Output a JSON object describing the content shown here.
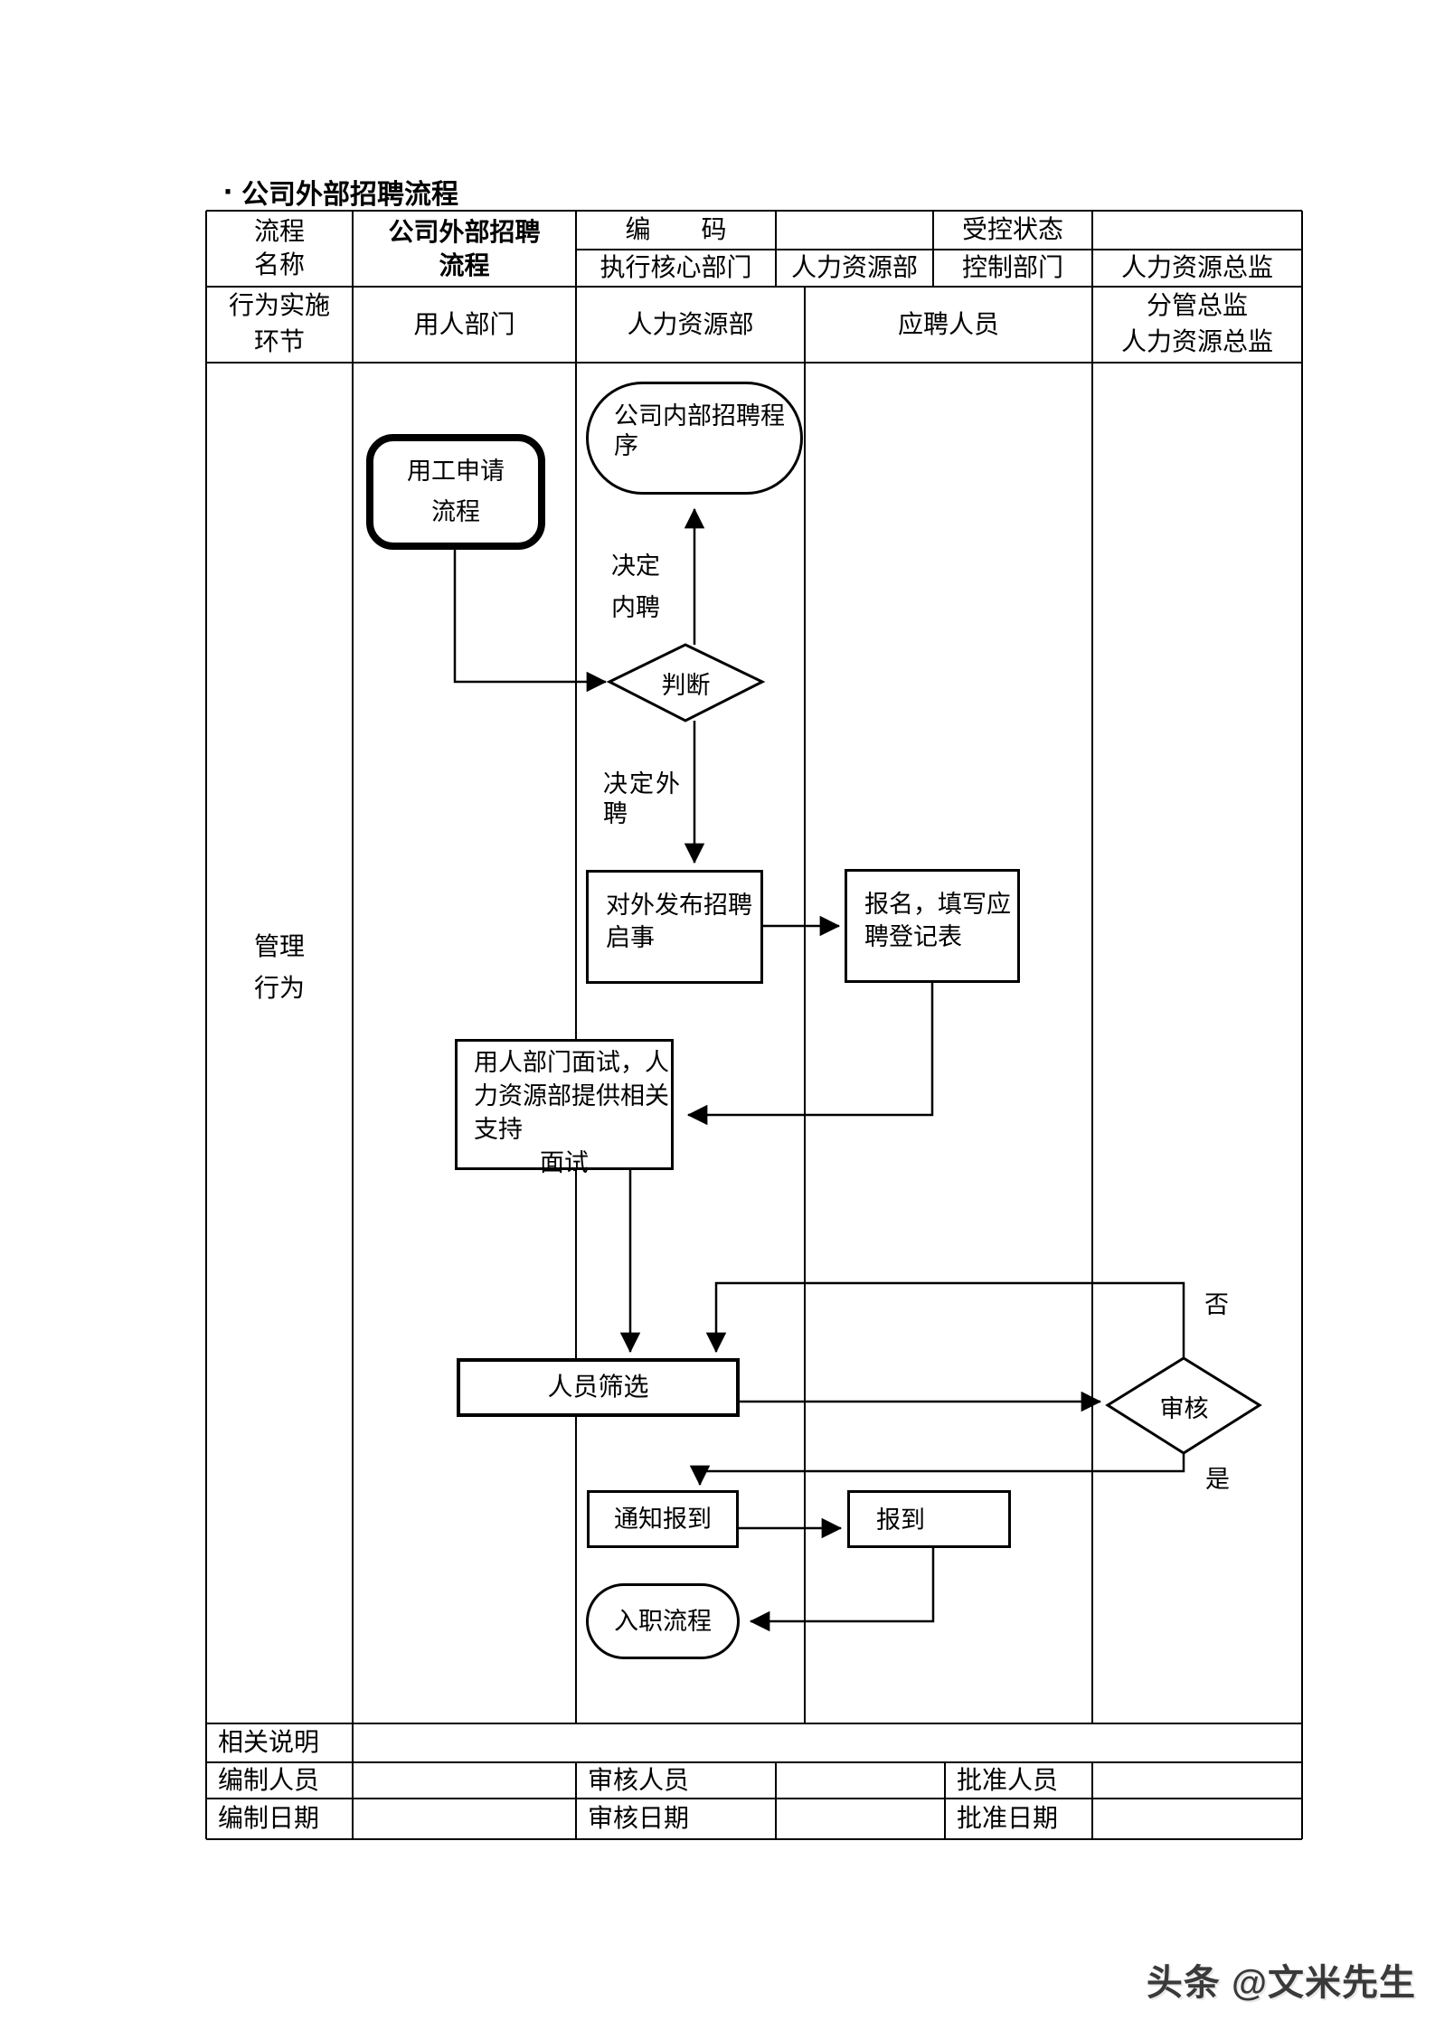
{
  "title": {
    "bullet": "·",
    "text": "公司外部招聘流程"
  },
  "info_table": {
    "process_name_label": [
      "流程",
      "名称"
    ],
    "process_name_value": [
      "公司外部招聘",
      "流程"
    ],
    "code_label": "编　　码",
    "controlled_state_label": "受控状态",
    "exec_core_dept_label": "执行核心部门",
    "exec_core_dept_value": "人力资源部",
    "control_dept_label": "控制部门",
    "control_dept_value": "人力资源总监"
  },
  "lane_header": {
    "row_label": [
      "行为实施",
      "环节"
    ],
    "lane1": "用人部门",
    "lane2": "人力资源部",
    "lane3": "应聘人员",
    "lane4": [
      "分管总监",
      "人力资源总监"
    ]
  },
  "flow": {
    "row_label": [
      "管理",
      "行为"
    ],
    "internal_program": [
      "公司内部招聘程",
      "序"
    ],
    "labor_request": [
      "用工申请",
      "流程"
    ],
    "decide_internal": [
      "决定",
      "内聘"
    ],
    "judge": "判断",
    "decide_external": [
      "决定外",
      "聘"
    ],
    "publish_notice": [
      "对外发布招聘",
      "启事"
    ],
    "register": [
      "报名，填写应",
      "聘登记表"
    ],
    "interview": [
      "用人部门面试，人",
      "力资源部提供相关",
      "支持",
      "面试"
    ],
    "screening": "人员筛选",
    "review": "审核",
    "no_label": "否",
    "yes_label": "是",
    "notify_checkin": "通知报到",
    "checkin": "报到",
    "onboarding": "入职流程"
  },
  "footer": {
    "notes_label": "相关说明",
    "maker_label": "编制人员",
    "reviewer_label": "审核人员",
    "approver_label": "批准人员",
    "make_date_label": "编制日期",
    "review_date_label": "审核日期",
    "approve_date_label": "批准日期"
  },
  "watermark": "头条 @文米先生"
}
